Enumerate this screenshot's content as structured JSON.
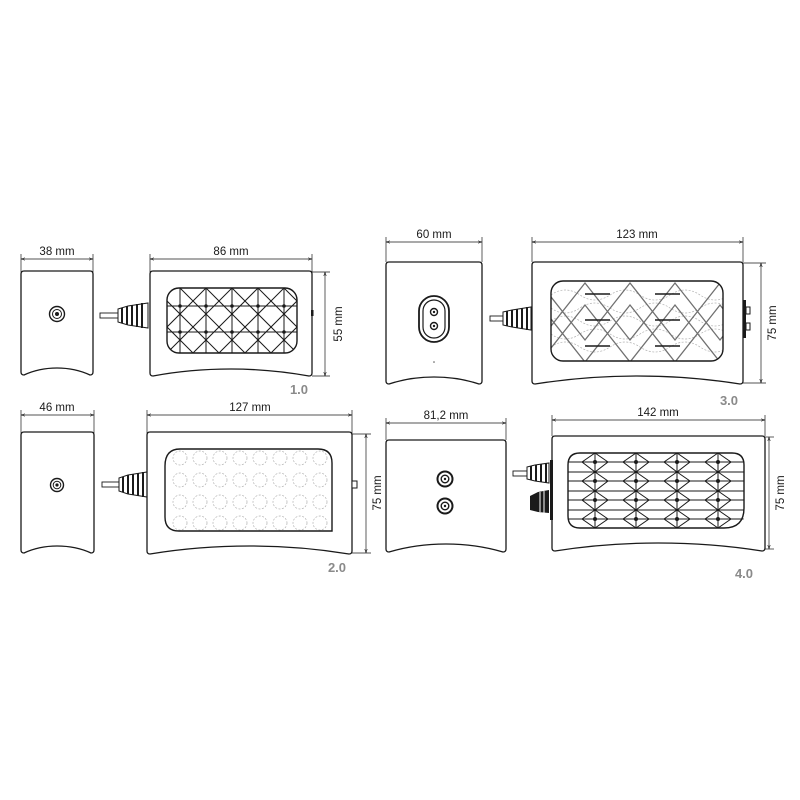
{
  "figure": {
    "description": "Dimension drawings of four power adapter housings (front and side views)",
    "units": "mm"
  },
  "models": [
    {
      "id": "1.0",
      "label": "1.0",
      "front_width_label": "38 mm",
      "side_length_label": "86 mm",
      "height_label": "55 mm",
      "front_connector": "single-round-dc-jack",
      "grille_pattern": "diamond-cross-grid",
      "cable": "single-strain-relief-cable"
    },
    {
      "id": "2.0",
      "label": "2.0",
      "front_width_label": "46 mm",
      "side_length_label": "127 mm",
      "height_label": "75 mm",
      "front_connector": "single-round-dc-jack",
      "grille_pattern": "circle-dot-texture",
      "cable": "single-strain-relief-cable"
    },
    {
      "id": "3.0",
      "label": "3.0",
      "front_width_label": "60 mm",
      "side_length_label": "123 mm",
      "height_label": "75 mm",
      "front_connector": "figure-8-ac-inlet",
      "grille_pattern": "wave-lattice",
      "cable": "single-strain-relief-cable"
    },
    {
      "id": "4.0",
      "label": "4.0",
      "front_width_label": "81,2 mm",
      "side_length_label": "142 mm",
      "height_label": "75 mm",
      "front_connector": "dual-round-jacks",
      "grille_pattern": "hex-lattice-grid",
      "cable": "dual-cable-with-knob"
    }
  ]
}
